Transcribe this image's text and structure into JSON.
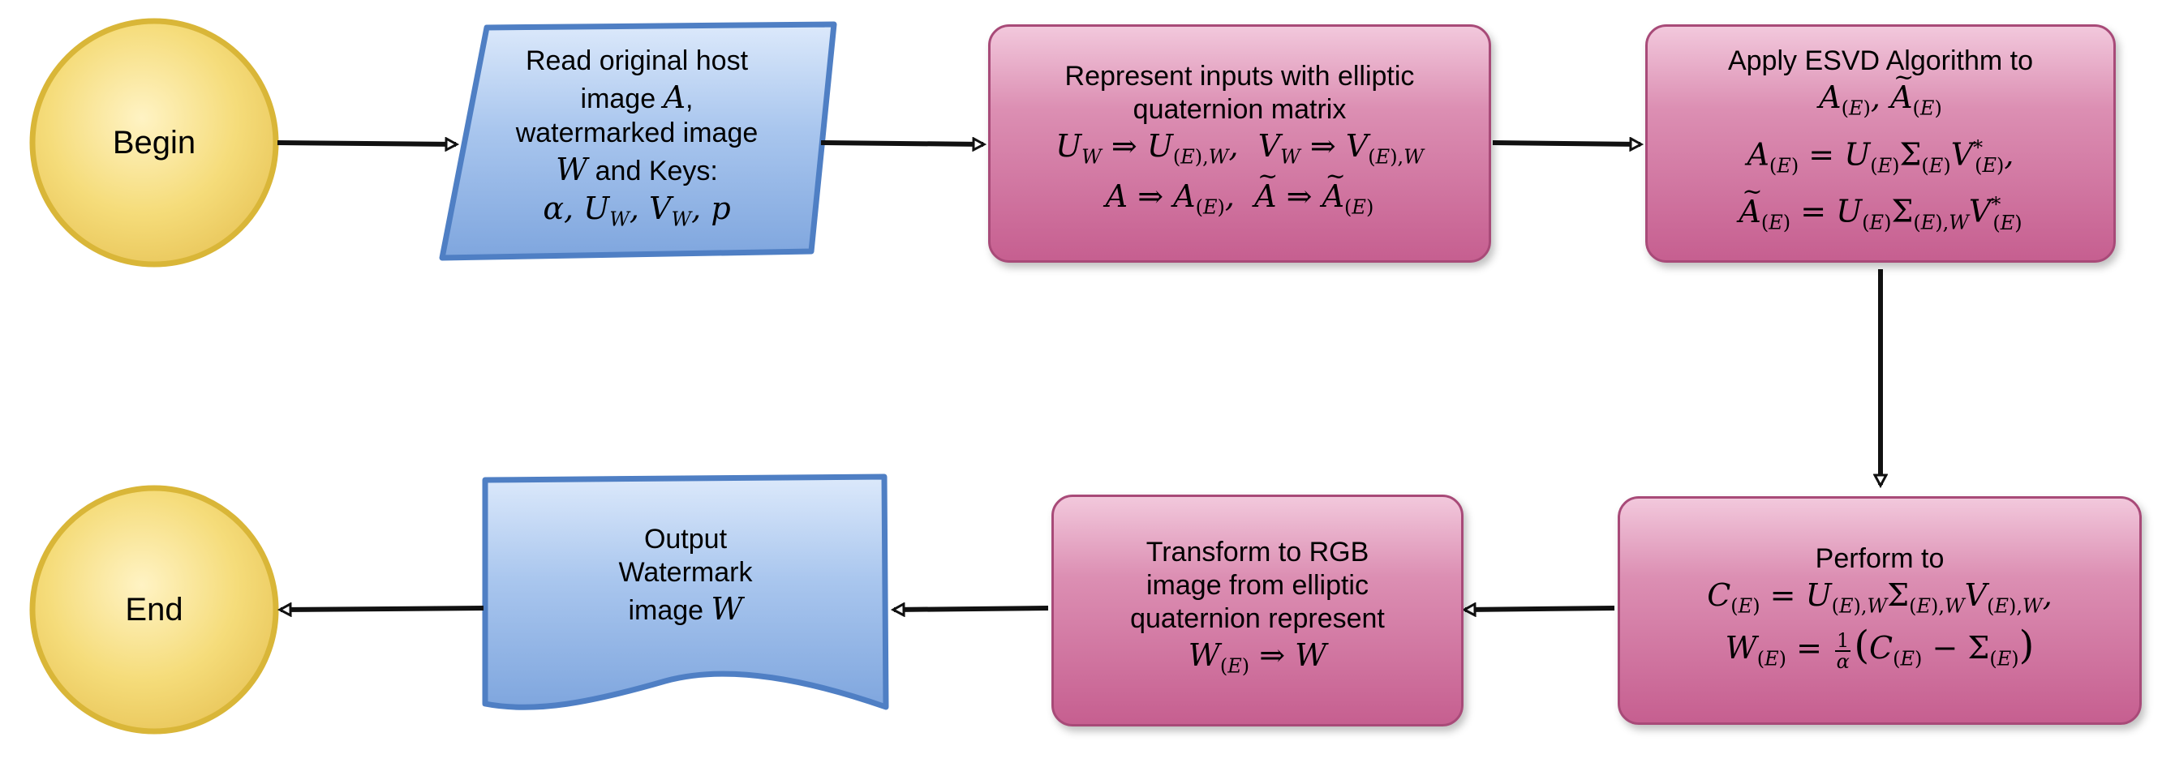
{
  "nodes": {
    "begin": "Begin",
    "read": {
      "line1": "Read original host",
      "line2a": "image",
      "line3": "watermarked image",
      "line4b": "and Keys:"
    },
    "represent": {
      "line1": "Represent inputs with elliptic",
      "line2": "quaternion matrix"
    },
    "apply": {
      "line1": "Apply ESVD Algorithm to"
    },
    "perform": {
      "line1": "Perform to"
    },
    "transform": {
      "line1": "Transform to RGB",
      "line2": "image from elliptic",
      "line3": "quaternion represent"
    },
    "output": {
      "line1": "Output",
      "line2": "Watermark",
      "line3": "image"
    },
    "end": "End"
  },
  "colors": {
    "terminal_fill": "#f5dc7a",
    "terminal_stroke": "#d9b638",
    "io_fill": "#a9c6ee",
    "io_stroke": "#4f7fc4",
    "process_fill": "#d984ab",
    "process_stroke": "#a84a78",
    "arrow": "#111111"
  },
  "icons": {
    "arrow_head": "open-arrow-head"
  }
}
